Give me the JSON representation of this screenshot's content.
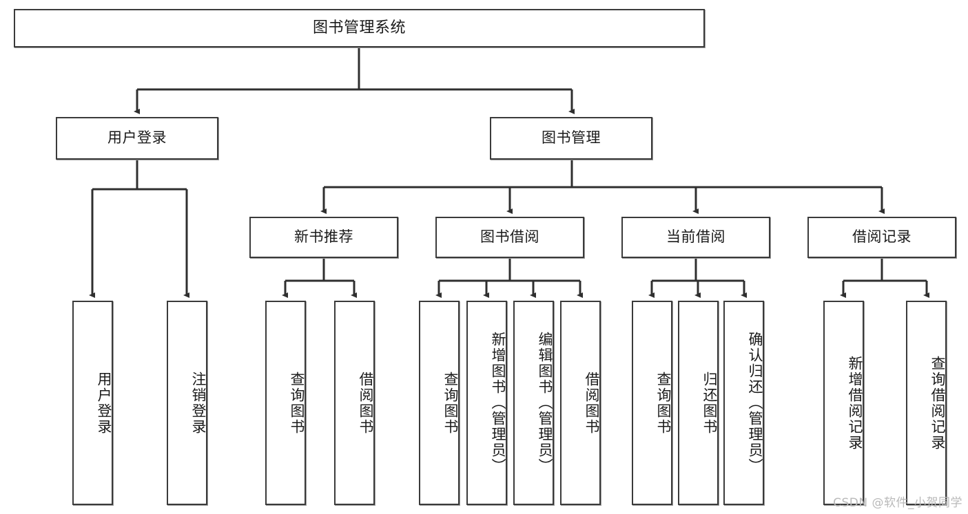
{
  "diagram": {
    "title": "图书管理系统",
    "type": "tree",
    "watermark": "CSDN @软件_小贺同学",
    "colors": {
      "box_border": "#3a3a3a",
      "box_fill": "#ffffff",
      "edge": "#2f2f2f",
      "text": "#1a1a1a",
      "watermark": "#b9b9b9"
    },
    "root": {
      "label": "图书管理系统"
    },
    "level1": [
      {
        "label": "用户登录"
      },
      {
        "label": "图书管理"
      }
    ],
    "level2": [
      {
        "label": "新书推荐",
        "parent": "图书管理"
      },
      {
        "label": "图书借阅",
        "parent": "图书管理"
      },
      {
        "label": "当前借阅",
        "parent": "图书管理"
      },
      {
        "label": "借阅记录",
        "parent": "图书管理"
      }
    ],
    "leaves": {
      "user_login": [
        {
          "label": "用户登录"
        },
        {
          "label": "注销登录"
        }
      ],
      "new_book_recommend": [
        {
          "label": "查询图书"
        },
        {
          "label": "借阅图书"
        }
      ],
      "book_borrow": [
        {
          "label": "查询图书"
        },
        {
          "label": "新增图书（管理员）"
        },
        {
          "label": "编辑图书（管理员）"
        },
        {
          "label": "借阅图书"
        }
      ],
      "current_borrow": [
        {
          "label": "查询图书"
        },
        {
          "label": "归还图书"
        },
        {
          "label": "确认归还（管理员）"
        }
      ],
      "borrow_record": [
        {
          "label": "新增借阅记录"
        },
        {
          "label": "查询借阅记录"
        }
      ]
    }
  }
}
